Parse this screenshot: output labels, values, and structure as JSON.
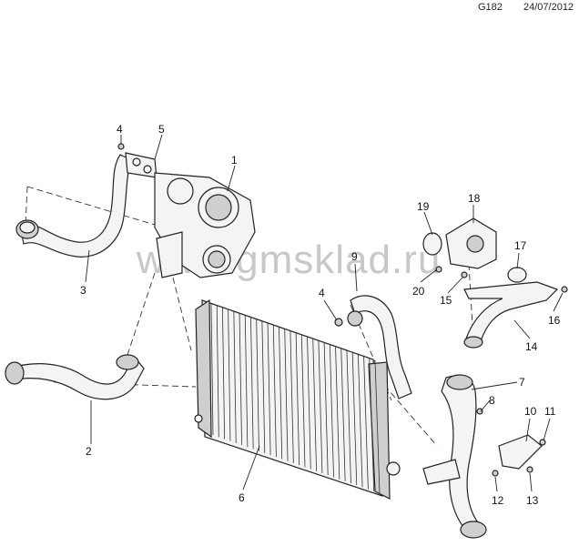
{
  "header": {
    "code": "G182",
    "date": "24/07/2012"
  },
  "watermark": "www.gmsklad.ru",
  "callouts": {
    "c1": "1",
    "c2": "2",
    "c3": "3",
    "c4a": "4",
    "c4b": "4",
    "c5": "5",
    "c6": "6",
    "c7": "7",
    "c8": "8",
    "c9": "9",
    "c10": "10",
    "c11": "11",
    "c12": "12",
    "c13": "13",
    "c14": "14",
    "c15": "15",
    "c16": "16",
    "c17": "17",
    "c18": "18",
    "c19": "19",
    "c20": "20"
  }
}
